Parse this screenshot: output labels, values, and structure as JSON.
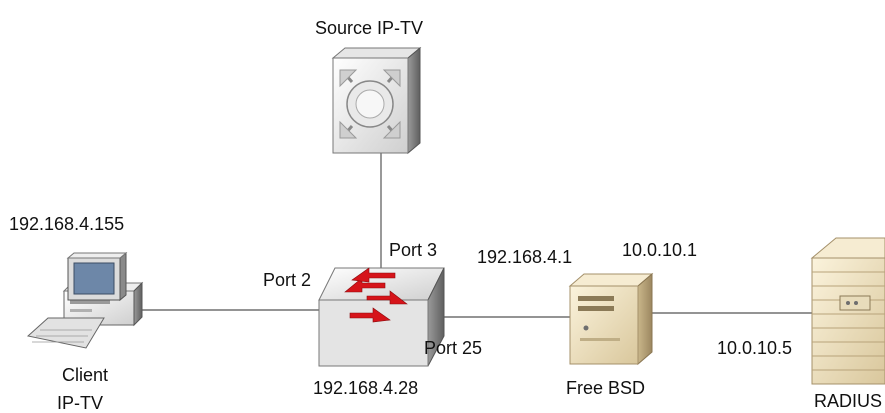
{
  "nodes": {
    "source": {
      "label": "Source IP-TV",
      "icon": "mainframe-server-icon"
    },
    "switch": {
      "ip": "192.168.4.28",
      "icon": "network-switch-icon"
    },
    "client": {
      "label_line1": "Client",
      "label_line2": "IP-TV",
      "ip": "192.168.4.155",
      "icon": "desktop-computer-icon"
    },
    "freebsd": {
      "label": "Free BSD",
      "ip_left": "192.168.4.1",
      "ip_right": "10.0.10.1",
      "icon": "tower-server-icon"
    },
    "radius": {
      "label": "RADIUS",
      "ip": "10.0.10.5",
      "icon": "rack-server-icon"
    }
  },
  "ports": {
    "client_port": "Port 2",
    "source_port": "Port 3",
    "freebsd_port": "Port 25"
  },
  "colors": {
    "line": "#555555",
    "device_light": "#f2f2f2",
    "device_mid": "#c8c8c8",
    "device_dark": "#7a7a7a",
    "server_beige": "#f1e4c3",
    "server_beige_dark": "#b8a37a",
    "arrow_red": "#d6141a"
  }
}
